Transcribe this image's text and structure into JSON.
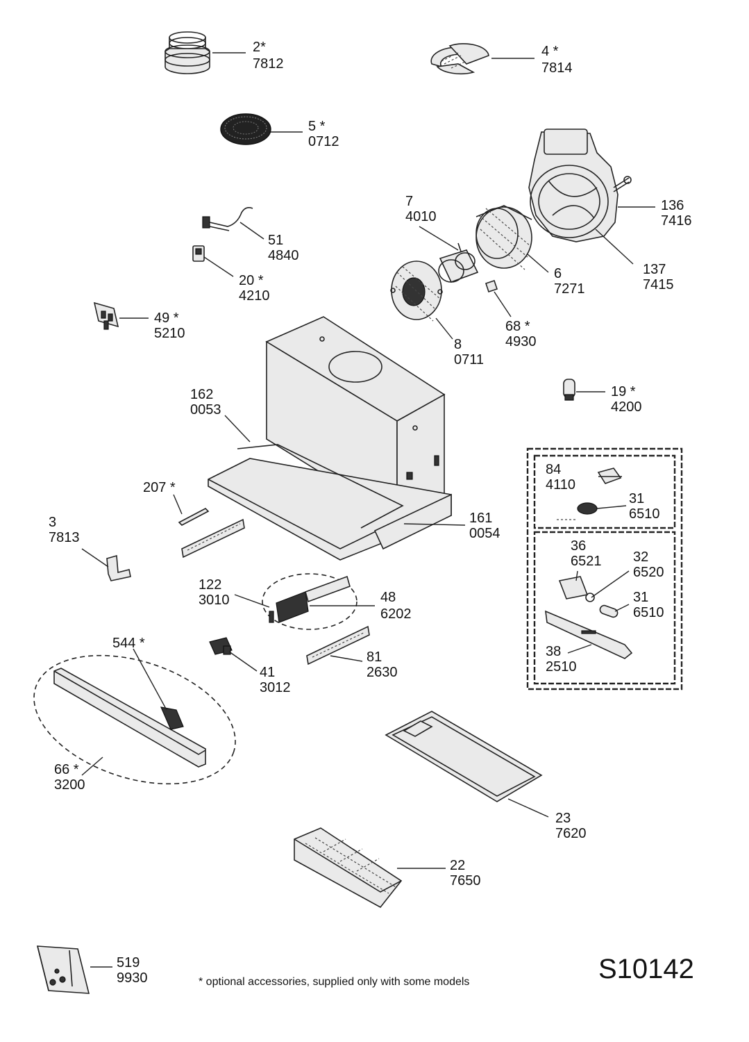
{
  "diagram_code": "S10142",
  "footnote": "* optional accessories, supplied only with some models",
  "parts": [
    {
      "id": "p2",
      "number": "2*",
      "code": "7812"
    },
    {
      "id": "p4",
      "number": "4 *",
      "code": "7814"
    },
    {
      "id": "p5",
      "number": "5 *",
      "code": "0712"
    },
    {
      "id": "p136",
      "number": "136",
      "code": "7416"
    },
    {
      "id": "p137",
      "number": "137",
      "code": "7415"
    },
    {
      "id": "p7",
      "number": "7",
      "code": "4010"
    },
    {
      "id": "p51",
      "number": "51",
      "code": "4840"
    },
    {
      "id": "p20",
      "number": "20 *",
      "code": "4210"
    },
    {
      "id": "p6",
      "number": "6",
      "code": "7271"
    },
    {
      "id": "p49",
      "number": "49 *",
      "code": "5210"
    },
    {
      "id": "p68",
      "number": "68 *",
      "code": "4930"
    },
    {
      "id": "p8",
      "number": "8",
      "code": "0711"
    },
    {
      "id": "p19",
      "number": "19 *",
      "code": "4200"
    },
    {
      "id": "p162",
      "number": "162",
      "code": "0053"
    },
    {
      "id": "p84",
      "number": "84",
      "code": "4110"
    },
    {
      "id": "p31a",
      "number": "31",
      "code": "6510"
    },
    {
      "id": "p207",
      "number": "207 *",
      "code": ""
    },
    {
      "id": "p3",
      "number": "3",
      "code": "7813"
    },
    {
      "id": "p161",
      "number": "161",
      "code": "0054"
    },
    {
      "id": "p36",
      "number": "36",
      "code": "6521"
    },
    {
      "id": "p32",
      "number": "32",
      "code": "6520"
    },
    {
      "id": "p122",
      "number": "122",
      "code": "3010"
    },
    {
      "id": "p48",
      "number": "48",
      "code": "6202"
    },
    {
      "id": "p31b",
      "number": "31",
      "code": "6510"
    },
    {
      "id": "p544",
      "number": "544 *",
      "code": ""
    },
    {
      "id": "p38",
      "number": "38",
      "code": "2510"
    },
    {
      "id": "p81",
      "number": "81",
      "code": "2630"
    },
    {
      "id": "p41",
      "number": "41",
      "code": "3012"
    },
    {
      "id": "p66",
      "number": "66 *",
      "code": "3200"
    },
    {
      "id": "p23",
      "number": "23",
      "code": "7620"
    },
    {
      "id": "p22",
      "number": "22",
      "code": "7650"
    },
    {
      "id": "p519",
      "number": "519",
      "code": "9930"
    }
  ]
}
